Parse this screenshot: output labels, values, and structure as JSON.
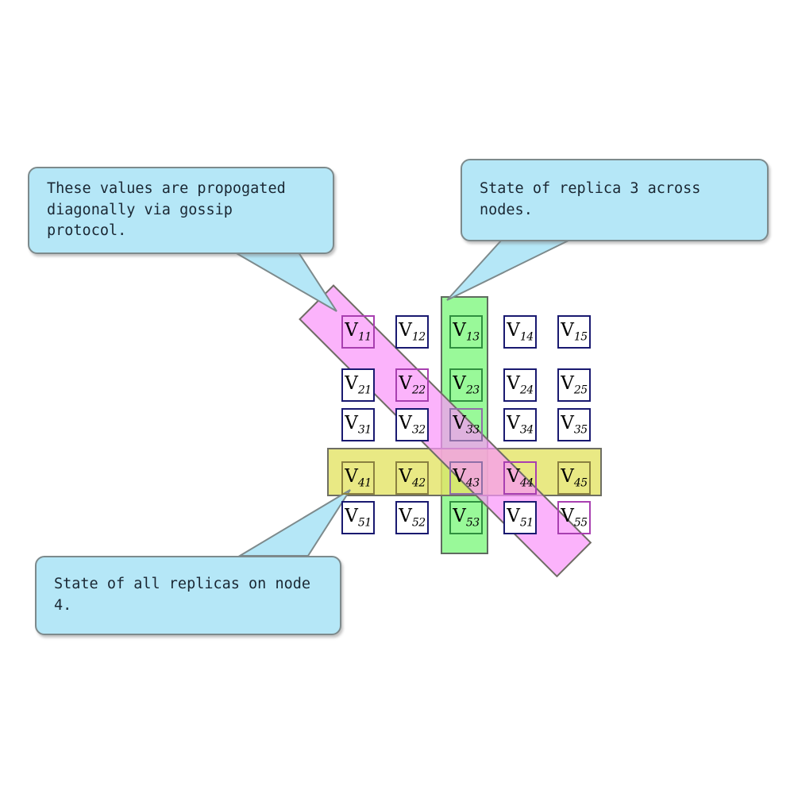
{
  "diagram": {
    "title": "Replica state grid with gossip propagation",
    "background_color": "#ffffff",
    "colors": {
      "cell_border": "#191970",
      "cell_fill": "#ffffff",
      "column_band": "#7ff87f",
      "row_band": "#e3e365",
      "diagonal_band": "#f996f9",
      "callout_fill": "#b5e7f7",
      "callout_border": "#7d8a8c",
      "band_border": "#6e6e63"
    }
  },
  "grid": {
    "rows": 5,
    "cols": 5,
    "cells": [
      [
        {
          "label": "V",
          "sub": "11",
          "highlight": "pink"
        },
        {
          "label": "V",
          "sub": "12",
          "highlight": "none"
        },
        {
          "label": "V",
          "sub": "13",
          "highlight": "green"
        },
        {
          "label": "V",
          "sub": "14",
          "highlight": "none"
        },
        {
          "label": "V",
          "sub": "15",
          "highlight": "none"
        }
      ],
      [
        {
          "label": "V",
          "sub": "21",
          "highlight": "none"
        },
        {
          "label": "V",
          "sub": "22",
          "highlight": "pink"
        },
        {
          "label": "V",
          "sub": "23",
          "highlight": "green"
        },
        {
          "label": "V",
          "sub": "24",
          "highlight": "none"
        },
        {
          "label": "V",
          "sub": "25",
          "highlight": "none"
        }
      ],
      [
        {
          "label": "V",
          "sub": "31",
          "highlight": "none"
        },
        {
          "label": "V",
          "sub": "32",
          "highlight": "none"
        },
        {
          "label": "V",
          "sub": "33",
          "highlight": "mix"
        },
        {
          "label": "V",
          "sub": "34",
          "highlight": "none"
        },
        {
          "label": "V",
          "sub": "35",
          "highlight": "none"
        }
      ],
      [
        {
          "label": "V",
          "sub": "41",
          "highlight": "yellow"
        },
        {
          "label": "V",
          "sub": "42",
          "highlight": "yellow"
        },
        {
          "label": "V",
          "sub": "43",
          "highlight": "mix"
        },
        {
          "label": "V",
          "sub": "44",
          "highlight": "pink"
        },
        {
          "label": "V",
          "sub": "45",
          "highlight": "yellow"
        }
      ],
      [
        {
          "label": "V",
          "sub": "51",
          "highlight": "none"
        },
        {
          "label": "V",
          "sub": "52",
          "highlight": "none"
        },
        {
          "label": "V",
          "sub": "53",
          "highlight": "green"
        },
        {
          "label": "V",
          "sub": "51",
          "highlight": "none"
        },
        {
          "label": "V",
          "sub": "55",
          "highlight": "pink"
        }
      ]
    ]
  },
  "bands": {
    "column": {
      "name": "replica-3-column",
      "color": "#7ff87f"
    },
    "row": {
      "name": "node-4-row",
      "color": "#e3e365"
    },
    "diagonal": {
      "name": "gossip-diagonal",
      "color": "#f996f9"
    }
  },
  "callouts": {
    "gossip": {
      "text": "These values are propogated\ndiagonally via gossip protocol."
    },
    "replica3": {
      "text": "State of replica 3 across nodes."
    },
    "node4": {
      "text": "State of all replicas on node 4."
    }
  }
}
